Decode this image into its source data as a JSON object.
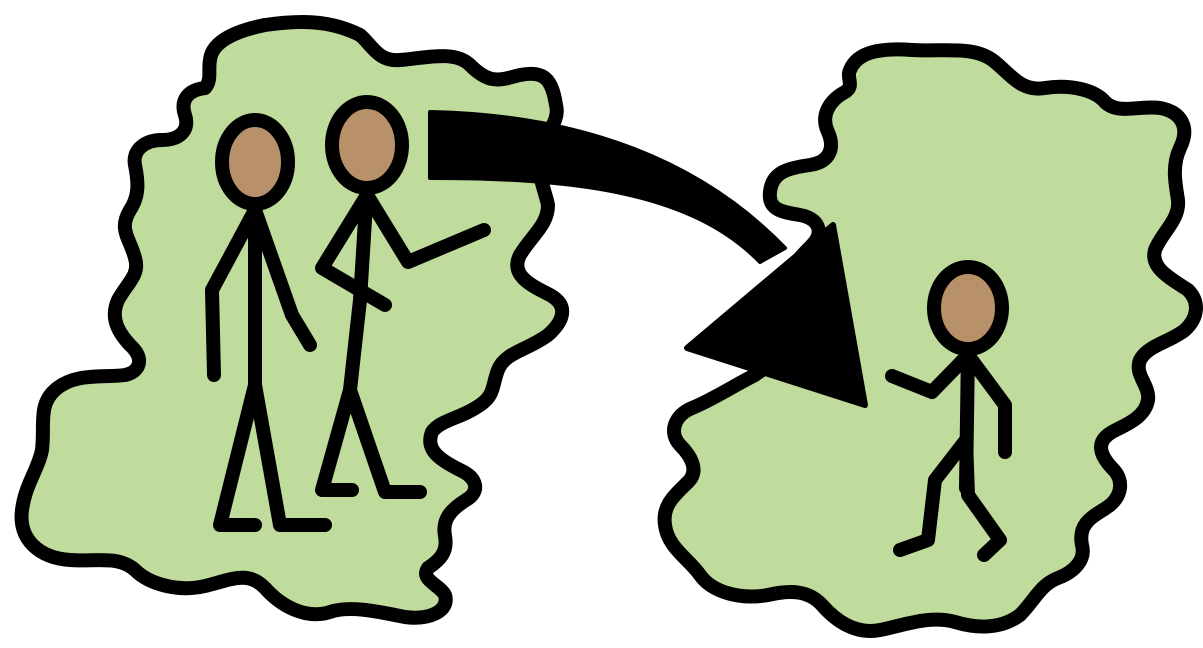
{
  "colors": {
    "background": "#ffffff",
    "land": "#bfdc9c",
    "outline": "#000000",
    "skin": "#b8916a"
  },
  "scene": {
    "description_icons": [
      "blob-left",
      "blob-right",
      "person-icon",
      "person-icon",
      "person-icon",
      "arrow-icon"
    ],
    "left_group": {
      "people": 2
    },
    "right_group": {
      "people": 1
    }
  }
}
